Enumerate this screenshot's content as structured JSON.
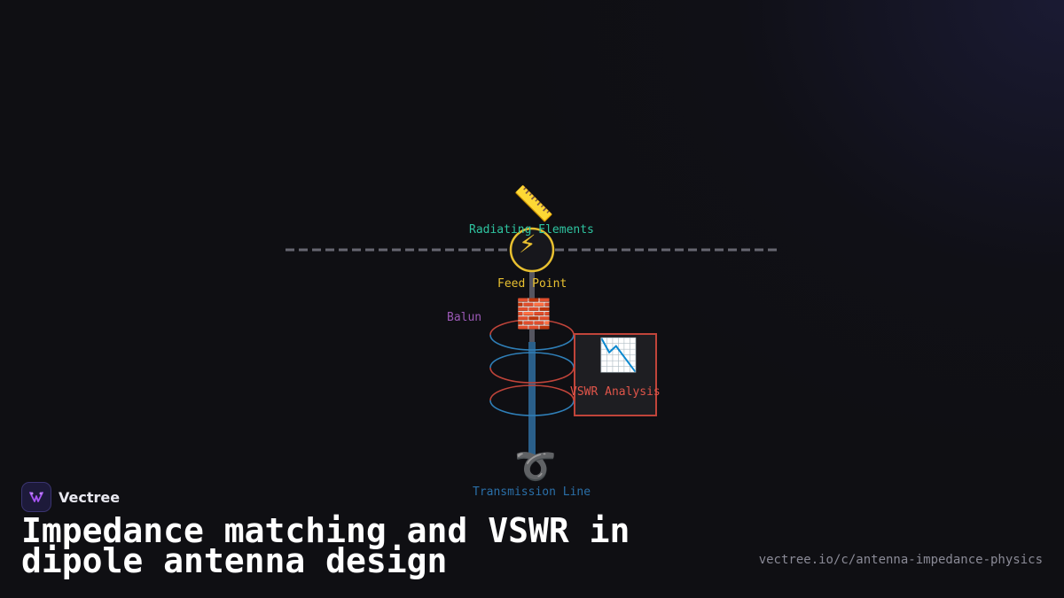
{
  "diagram": {
    "labels": {
      "radiating_elements": "Radiating Elements",
      "feed_point": "Feed Point",
      "balun": "Balun",
      "vswr_analysis": "VSWR Analysis",
      "transmission_line": "Transmission Line"
    },
    "icons": {
      "ruler": "📏",
      "lightning": "⚡",
      "brick": "🧱",
      "chart_down": "📉",
      "curly_loop": "➰"
    },
    "colors": {
      "radiating": "#2ec4a0",
      "feed": "#e8c030",
      "balun": "#9b59b6",
      "vswr": "#e0554a",
      "transmission": "#2a6fa8",
      "antenna": "#666670"
    }
  },
  "brand": {
    "name": "Vectree"
  },
  "title": "Impedance matching and VSWR in dipole antenna design",
  "url": "vectree.io/c/antenna-impedance-physics"
}
